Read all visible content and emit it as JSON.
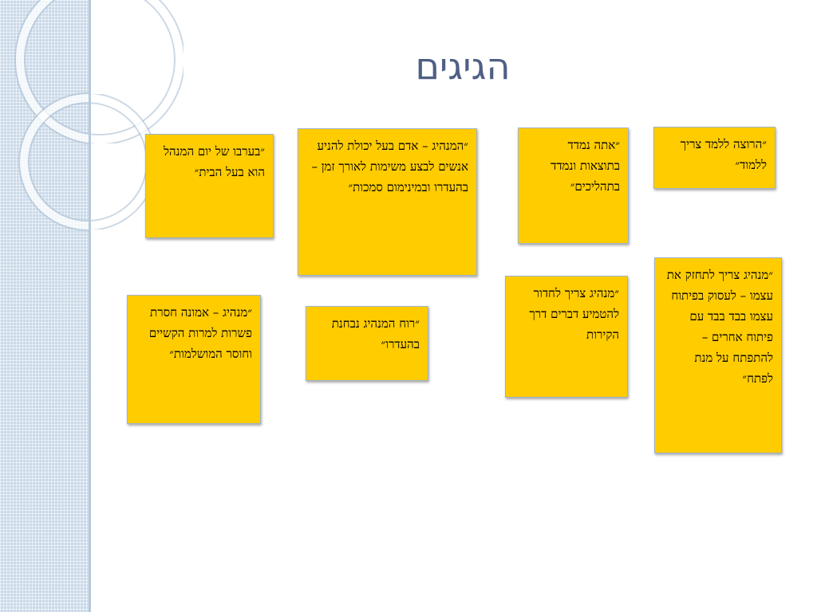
{
  "title": "הגיגים",
  "notes": [
    {
      "id": "note-1",
      "text": "״הרוצה ללמד צריך ללמוד״"
    },
    {
      "id": "note-2",
      "text": "״אתה נמדד בתוצאות ונמדד בתהליכים״"
    },
    {
      "id": "note-3",
      "text": "״המנהיג – אדם בעל יכולת להניע אנשים לבצע משימות לאורך זמן – בהעדרו ובמינימום סמכות״"
    },
    {
      "id": "note-4",
      "text": "״בערבו של יום המנהל הוא בעל הבית״"
    },
    {
      "id": "note-5",
      "text": "״מנהיג צריך לתחזק את עצמו – לעסוק בפיתוח עצמו בבד בבד עם פיתוח אחרים – להתפתח על מנת לפתח״"
    },
    {
      "id": "note-6",
      "text": "״מנהיג צריך לחדור להטמיע דברים דרך הקירות"
    },
    {
      "id": "note-7",
      "text": "״רוח המנהיג נבחנת בהעדרו״"
    },
    {
      "id": "note-8",
      "text": "״מנהיג – אמונה חסרת פשרות למרות הקשיים וחוסר המושלמות״"
    }
  ]
}
